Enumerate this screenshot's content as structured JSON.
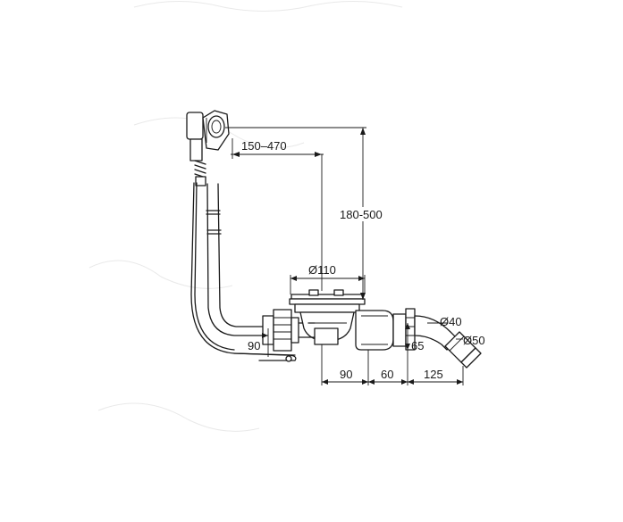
{
  "diagram": {
    "dimensions": {
      "overflow_span": "150–470",
      "height_span": "180-500",
      "drain_diameter": "Ø110",
      "left_width": "90",
      "trap_height": "65",
      "outlet_inner_diameter": "Ø40",
      "outlet_outer_diameter": "Ø50",
      "bottom_first": "90",
      "bottom_second": "60",
      "bottom_third": "125"
    },
    "colors": {
      "line": "#1a1a1a",
      "background": "#ffffff"
    }
  }
}
